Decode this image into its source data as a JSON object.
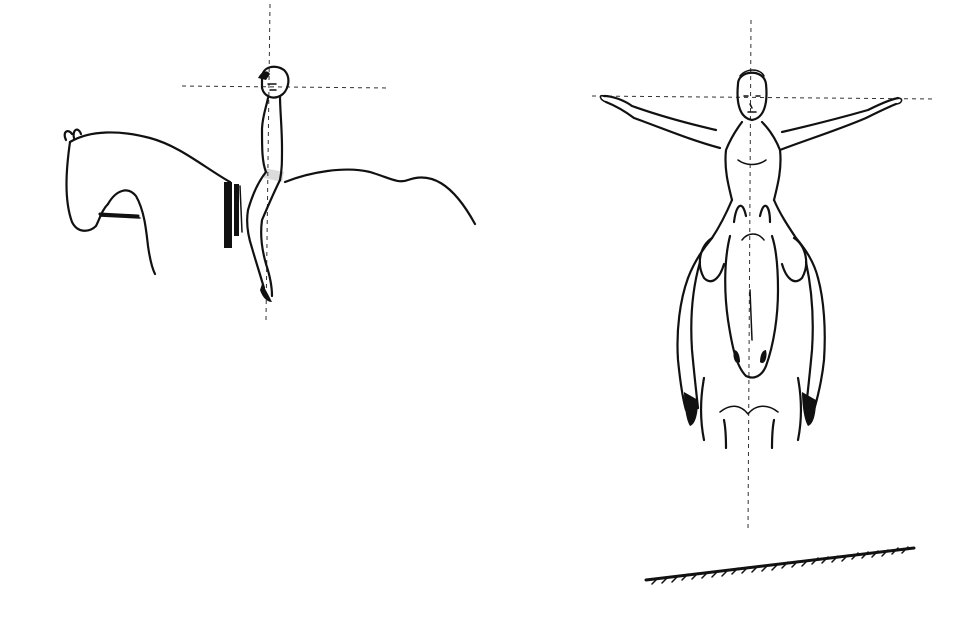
{
  "figures": [
    {
      "name": "side-view",
      "subject": "rider-on-horse"
    },
    {
      "name": "front-view",
      "subject": "rider-arms-outstretched-on-horse"
    }
  ],
  "colors": {
    "background": "#ffffff",
    "ink": "#111111",
    "guide": "#333333"
  }
}
